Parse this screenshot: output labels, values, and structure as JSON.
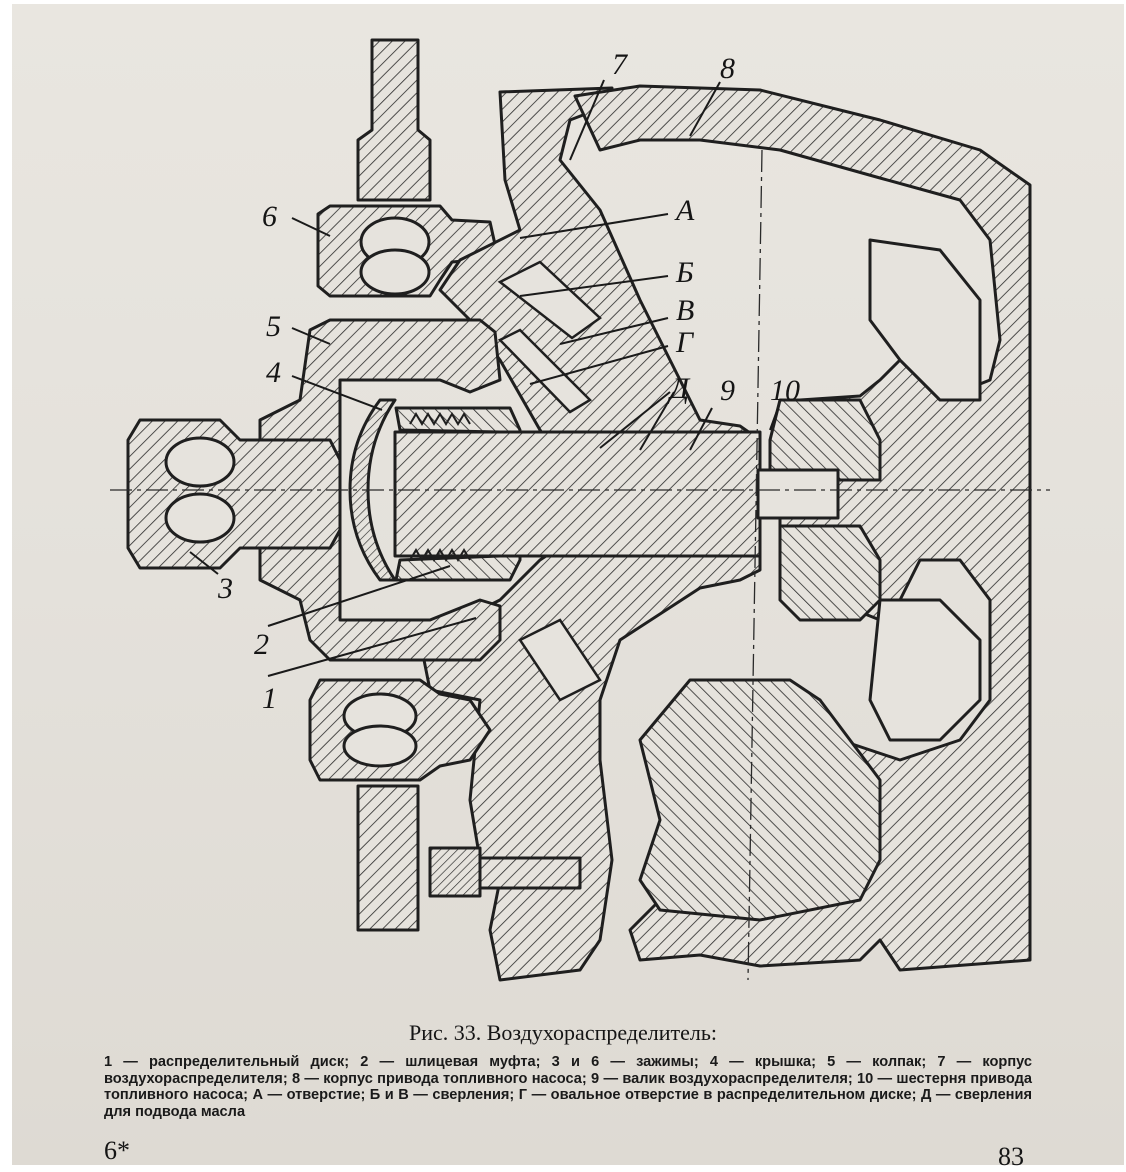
{
  "figure": {
    "labels": {
      "l1": "1",
      "l2": "2",
      "l3": "3",
      "l4": "4",
      "l5": "5",
      "l6": "6",
      "l7": "7",
      "l8": "8",
      "l9": "9",
      "l10": "10",
      "lA": "А",
      "lB": "Б",
      "lV": "В",
      "lG": "Г",
      "lD": "Д"
    }
  },
  "caption": {
    "title": "Рис. 33. Воздухораспределитель:",
    "body": "1 — распределительный диск; 2 — шлицевая муфта; 3 и 6 — зажимы; 4 — крышка; 5 — колпак; 7 — корпус воздухораспределителя; 8 — корпус привода топливного насоса; 9 — валик воздухораспределителя; 10 — шестерня привода топливного насоса; А — отверстие; Б и В — сверления; Г — овальное отверстие в распределительном диске; Д — сверления для подвода масла"
  },
  "page": {
    "left_mark": "6*",
    "right_number": "83"
  }
}
